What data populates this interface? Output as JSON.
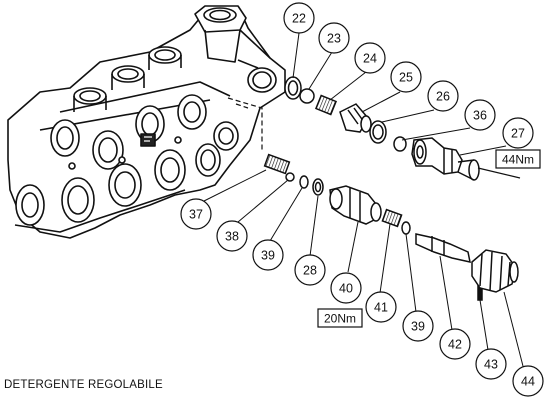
{
  "callouts": {
    "c22": "22",
    "c23": "23",
    "c24": "24",
    "c25": "25",
    "c26": "26",
    "c36": "36",
    "c27": "27",
    "c37": "37",
    "c38": "38",
    "c39a": "39",
    "c28": "28",
    "c40": "40",
    "c41": "41",
    "c39b": "39",
    "c42": "42",
    "c43": "43",
    "c44": "44"
  },
  "torques": {
    "upper": "44Nm",
    "lower": "20Nm"
  },
  "caption": "DETERGENTE REGOLABILE"
}
